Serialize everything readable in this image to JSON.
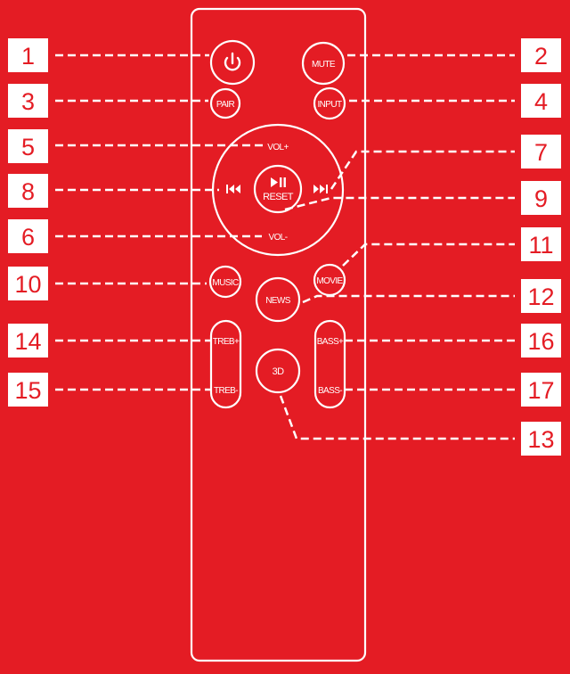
{
  "colors": {
    "background": "#e41c24",
    "foreground": "#ffffff"
  },
  "buttons": {
    "power_icon": "power-icon",
    "mute": "MUTE",
    "pair": "PAIR",
    "input": "INPUT",
    "vol_plus": "VOL+",
    "vol_minus": "VOL-",
    "play_pause_icon": "play-pause-icon",
    "reset": "RESET",
    "previous_icon": "skip-previous-icon",
    "next_icon": "skip-next-icon",
    "music": "MUSIC",
    "news": "NEWS",
    "movie": "MOVIE",
    "treb_plus": "TREB+",
    "treb_minus": "TREB-",
    "three_d": "3D",
    "bass_plus": "BASS+",
    "bass_minus": "BASS-"
  },
  "callouts": {
    "c1": "1",
    "c2": "2",
    "c3": "3",
    "c4": "4",
    "c5": "5",
    "c6": "6",
    "c7": "7",
    "c8": "8",
    "c9": "9",
    "c10": "10",
    "c11": "11",
    "c12": "12",
    "c13": "13",
    "c14": "14",
    "c15": "15",
    "c16": "16",
    "c17": "17"
  }
}
